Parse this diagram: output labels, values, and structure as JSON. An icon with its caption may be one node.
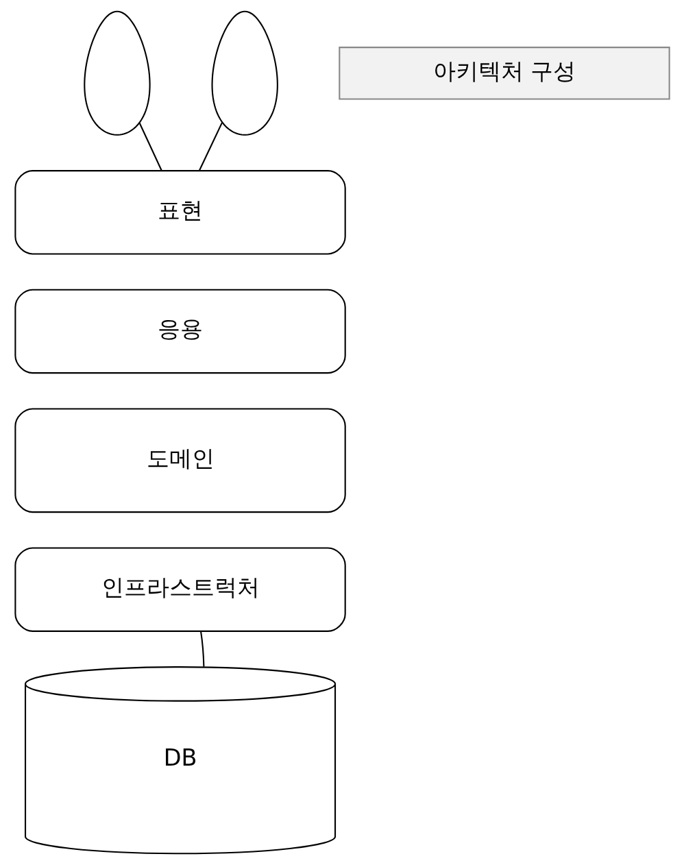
{
  "diagram": {
    "nodes": [
      {
        "text": [],
        "shape": "person"
      },
      {
        "text": [],
        "shape": "person"
      },
      {
        "text": [
          "아키텍처 구성"
        ]
      },
      {
        "text": [
          "표현"
        ]
      },
      {
        "text": [
          "응용"
        ]
      },
      {
        "text": [
          "도메인"
        ]
      },
      {
        "text": [
          "인프라스트럭처"
        ]
      },
      {
        "text": [
          "DB"
        ]
      }
    ],
    "edges": [
      {
        "from": 0,
        "to": 3,
        "arrow": "none"
      },
      {
        "from": 1,
        "to": 3,
        "arrow": "none"
      },
      {
        "from": 6,
        "to": 7,
        "arrow": "none"
      }
    ]
  }
}
